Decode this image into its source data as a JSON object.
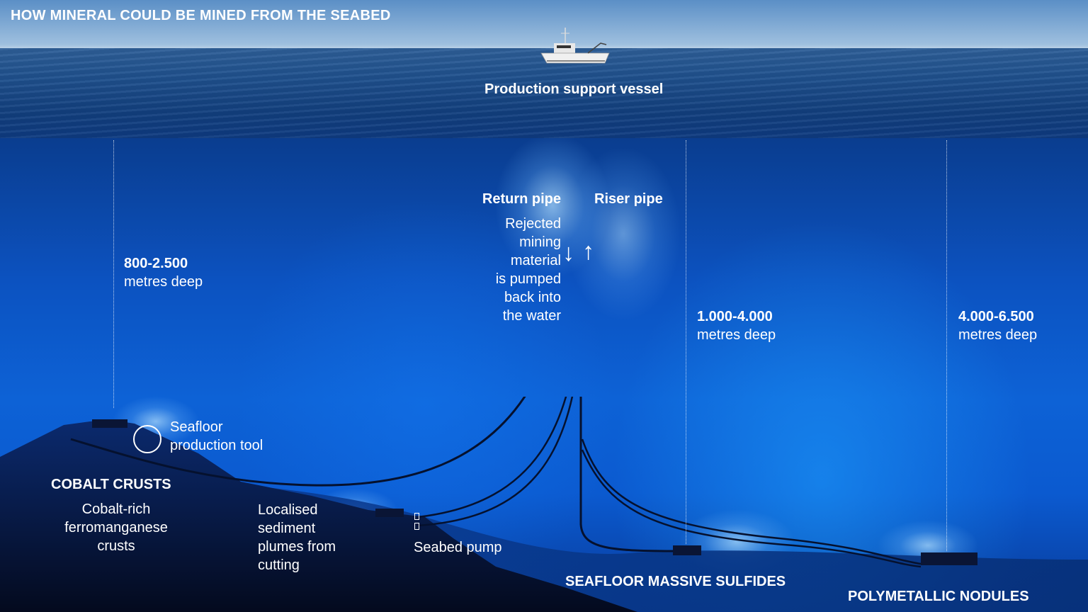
{
  "title": "HOW MINERAL COULD BE MINED FROM THE SEABED",
  "surface": {
    "vessel_label": "Production support vessel"
  },
  "pipes": {
    "return_pipe_label": "Return pipe",
    "return_pipe_desc_lines": [
      "Rejected",
      "mining",
      "material",
      "is pumped",
      "back into",
      "the water"
    ],
    "return_arrow": "↓",
    "riser_pipe_label": "Riser pipe",
    "riser_arrow": "↑"
  },
  "zones": [
    {
      "depth": "800-2.500",
      "unit": "metres deep",
      "name": "COBALT CRUSTS",
      "desc_lines": [
        "Cobalt-rich",
        "ferromanganese",
        "crusts"
      ]
    },
    {
      "depth": "1.000-4.000",
      "unit": "metres deep",
      "name": "SEAFLOOR MASSIVE SULFIDES"
    },
    {
      "depth": "4.000-6.500",
      "unit": "metres deep",
      "name": "POLYMETALLIC NODULES"
    }
  ],
  "equipment": {
    "production_tool_lines": [
      "Seafloor",
      "production tool"
    ],
    "seabed_pump": "Seabed pump",
    "plumes_lines": [
      "Localised",
      "sediment",
      "plumes from",
      "cutting"
    ]
  },
  "colors": {
    "sky": "#8fb4da",
    "surface": "#1e4f8c",
    "deep_water": "#0d62d6",
    "seafloor": "#050c22",
    "text": "#ffffff"
  }
}
